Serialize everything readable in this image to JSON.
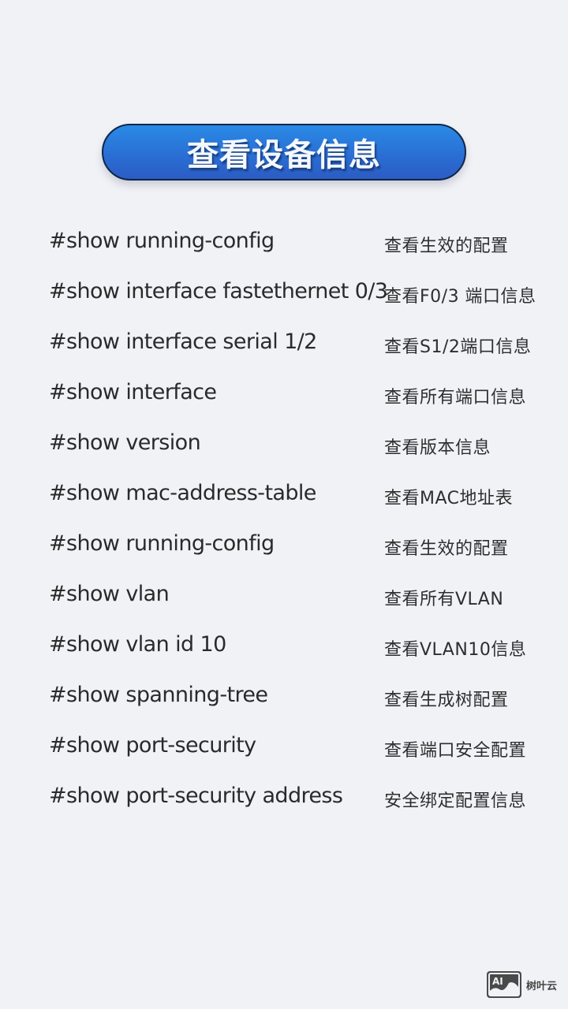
{
  "title": "查看设备信息",
  "colors": {
    "background": "#f1f2f6",
    "title_pill_top": "#2a8ae6",
    "title_pill_bottom": "#2b5cc4",
    "title_border": "#10264a",
    "text": "#2a2a2a"
  },
  "commands": [
    {
      "cmd": "#show running-config",
      "desc": "查看生效的配置"
    },
    {
      "cmd": "#show interface fastethernet 0/3",
      "desc": "查看F0/3 端口信息"
    },
    {
      "cmd": "#show interface serial 1/2",
      "desc": "查看S1/2端口信息"
    },
    {
      "cmd": "#show interface",
      "desc": "查看所有端口信息"
    },
    {
      "cmd": "#show version",
      "desc": "查看版本信息"
    },
    {
      "cmd": "#show mac-address-table",
      "desc": "查看MAC地址表"
    },
    {
      "cmd": "#show running-config",
      "desc": "查看生效的配置"
    },
    {
      "cmd": "#show vlan",
      "desc": "查看所有VLAN"
    },
    {
      "cmd": "#show vlan id 10",
      "desc": "查看VLAN10信息"
    },
    {
      "cmd": "#show spanning-tree",
      "desc": "查看生成树配置"
    },
    {
      "cmd": "#show port-security",
      "desc": "查看端口安全配置"
    },
    {
      "cmd": "#show port-security address",
      "desc": "安全绑定配置信息"
    }
  ],
  "watermark": {
    "icon": "ai-image-icon",
    "logo_label": "AI",
    "text": "树叶云"
  }
}
